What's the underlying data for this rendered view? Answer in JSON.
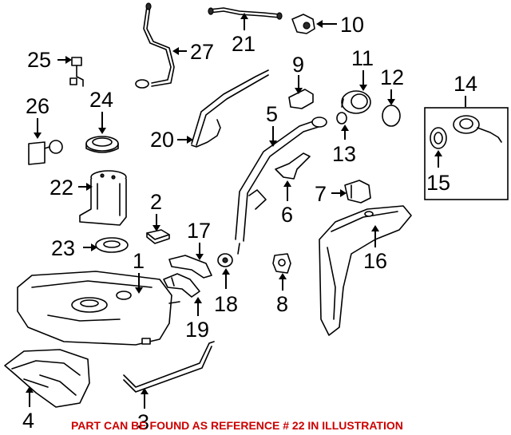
{
  "diagram": {
    "callouts": [
      {
        "id": "c1",
        "label": "1"
      },
      {
        "id": "c2",
        "label": "2"
      },
      {
        "id": "c3",
        "label": "3"
      },
      {
        "id": "c4",
        "label": "4"
      },
      {
        "id": "c5",
        "label": "5"
      },
      {
        "id": "c6",
        "label": "6"
      },
      {
        "id": "c7",
        "label": "7"
      },
      {
        "id": "c8",
        "label": "8"
      },
      {
        "id": "c9",
        "label": "9"
      },
      {
        "id": "c10",
        "label": "10"
      },
      {
        "id": "c11",
        "label": "11"
      },
      {
        "id": "c12",
        "label": "12"
      },
      {
        "id": "c13",
        "label": "13"
      },
      {
        "id": "c14",
        "label": "14"
      },
      {
        "id": "c15",
        "label": "15"
      },
      {
        "id": "c16",
        "label": "16"
      },
      {
        "id": "c17",
        "label": "17"
      },
      {
        "id": "c18",
        "label": "18"
      },
      {
        "id": "c19",
        "label": "19"
      },
      {
        "id": "c20",
        "label": "20"
      },
      {
        "id": "c21",
        "label": "21"
      },
      {
        "id": "c22",
        "label": "22"
      },
      {
        "id": "c23",
        "label": "23"
      },
      {
        "id": "c24",
        "label": "24"
      },
      {
        "id": "c25",
        "label": "25"
      },
      {
        "id": "c26",
        "label": "26"
      },
      {
        "id": "c27",
        "label": "27"
      }
    ],
    "note": "PART CAN BE FOUND AS REFERENCE # 22 IN ILLUSTRATION",
    "note_color": "#cc0000"
  }
}
